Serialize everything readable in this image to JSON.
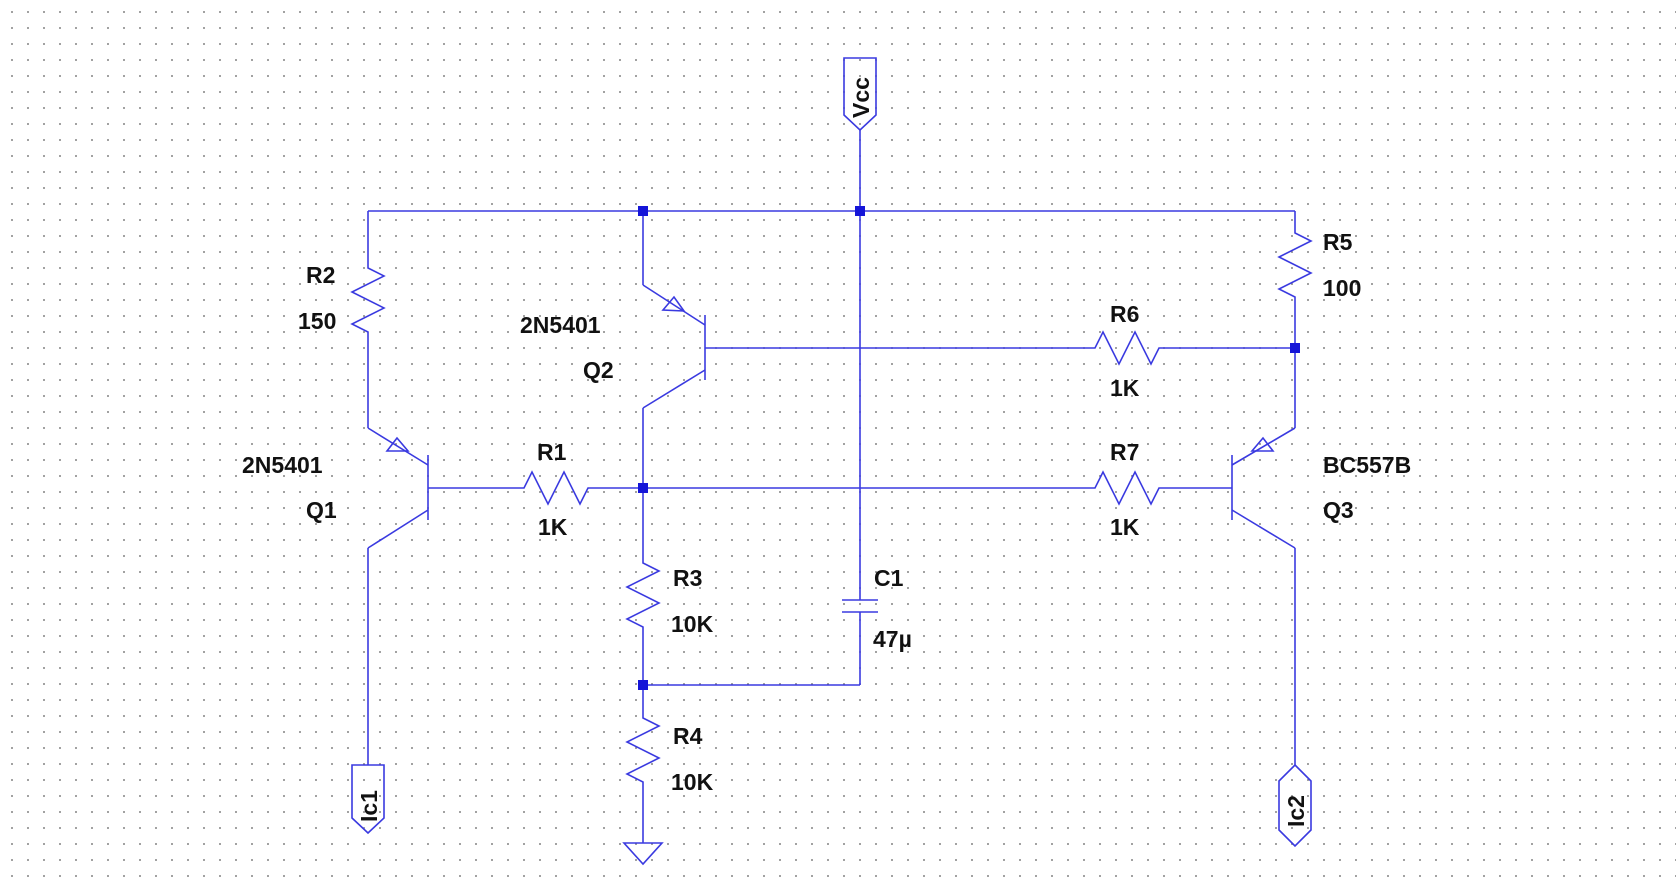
{
  "components": {
    "Q1": {
      "ref": "Q1",
      "model": "2N5401"
    },
    "Q2": {
      "ref": "Q2",
      "model": "2N5401"
    },
    "Q3": {
      "ref": "Q3",
      "model": "BC557B"
    },
    "R1": {
      "ref": "R1",
      "value": "1K"
    },
    "R2": {
      "ref": "R2",
      "value": "150"
    },
    "R3": {
      "ref": "R3",
      "value": "10K"
    },
    "R4": {
      "ref": "R4",
      "value": "10K"
    },
    "R5": {
      "ref": "R5",
      "value": "100"
    },
    "R6": {
      "ref": "R6",
      "value": "1K"
    },
    "R7": {
      "ref": "R7",
      "value": "1K"
    },
    "C1": {
      "ref": "C1",
      "value": "47µ"
    }
  },
  "net_labels": {
    "vcc": "Vcc",
    "ic1": "Ic1",
    "ic2": "Ic2"
  },
  "colors": {
    "wire": "#3a3ae0",
    "junction": "#1515d8",
    "text": "#111111",
    "grid_dot": "#8a8a8a",
    "background": "#ffffff"
  }
}
